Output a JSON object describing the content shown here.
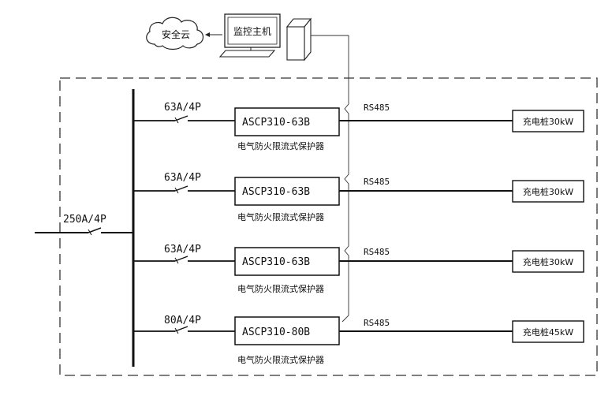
{
  "cloud": {
    "label": "安全云"
  },
  "monitor": {
    "label": "监控主机"
  },
  "main_breaker": {
    "label": "250A/4P"
  },
  "branches": [
    {
      "breaker": "63A/4P",
      "protector": "ASCP310-63B",
      "protector_desc": "电气防火限流式保护器",
      "bus": "RS485",
      "load": "充电桩30kW"
    },
    {
      "breaker": "63A/4P",
      "protector": "ASCP310-63B",
      "protector_desc": "电气防火限流式保护器",
      "bus": "RS485",
      "load": "充电桩30kW"
    },
    {
      "breaker": "63A/4P",
      "protector": "ASCP310-63B",
      "protector_desc": "电气防火限流式保护器",
      "bus": "RS485",
      "load": "充电桩30kW"
    },
    {
      "breaker": "80A/4P",
      "protector": "ASCP310-80B",
      "protector_desc": "电气防火限流式保护器",
      "bus": "RS485",
      "load": "充电桩45kW"
    }
  ]
}
